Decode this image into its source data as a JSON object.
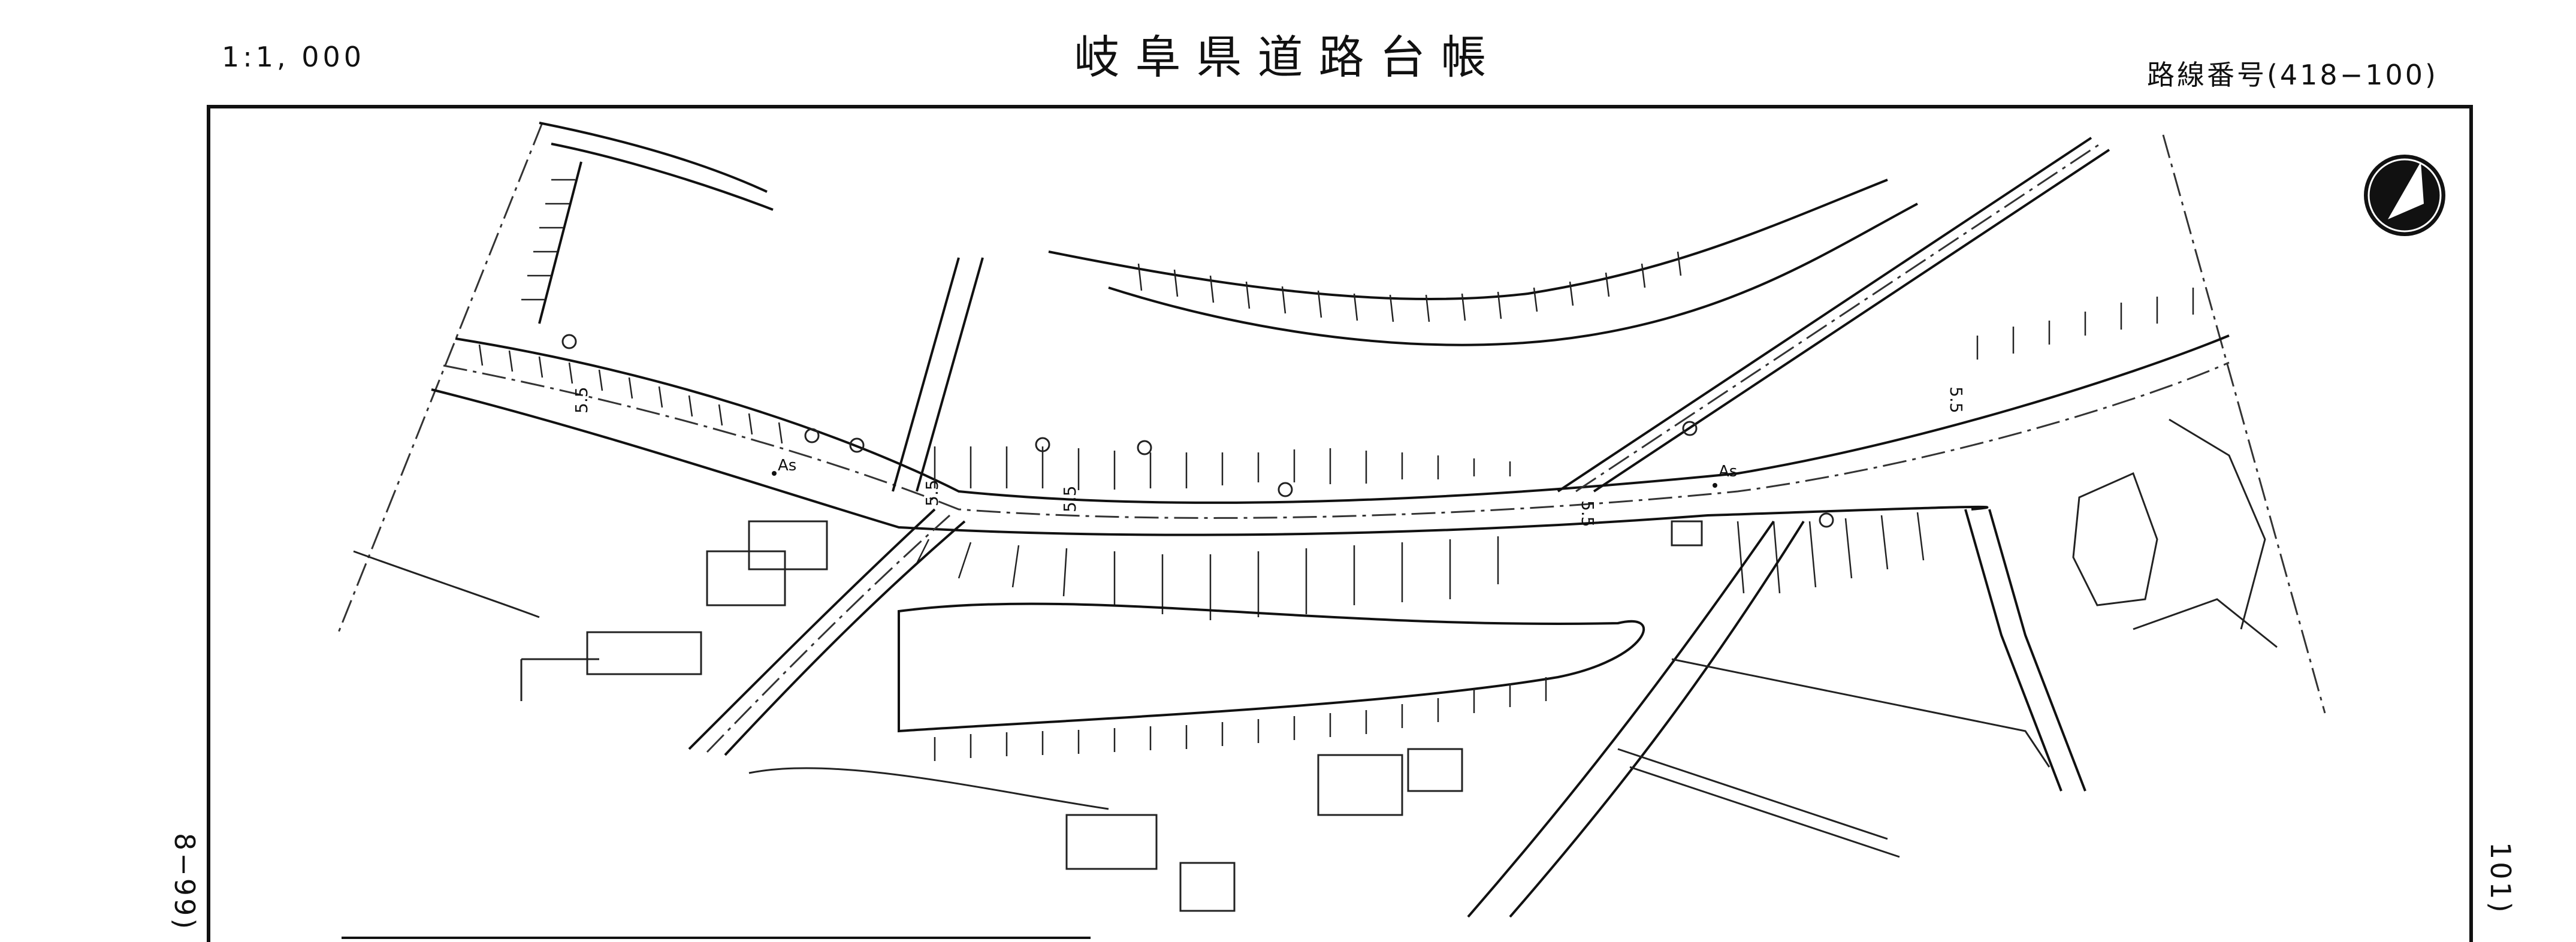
{
  "header": {
    "scale": "1:1, 000",
    "title": "岐阜県道路台帳",
    "route_number": "路線番号(418−100)"
  },
  "sheet_refs": {
    "left": "8−99)",
    "right": "101)"
  },
  "map": {
    "width_labels": [
      "5.5",
      "5.5",
      "5.5",
      "5.5",
      "5.5"
    ],
    "surface_labels": [
      "As",
      "As"
    ],
    "north_arrow_icon": "north-arrow-icon"
  }
}
